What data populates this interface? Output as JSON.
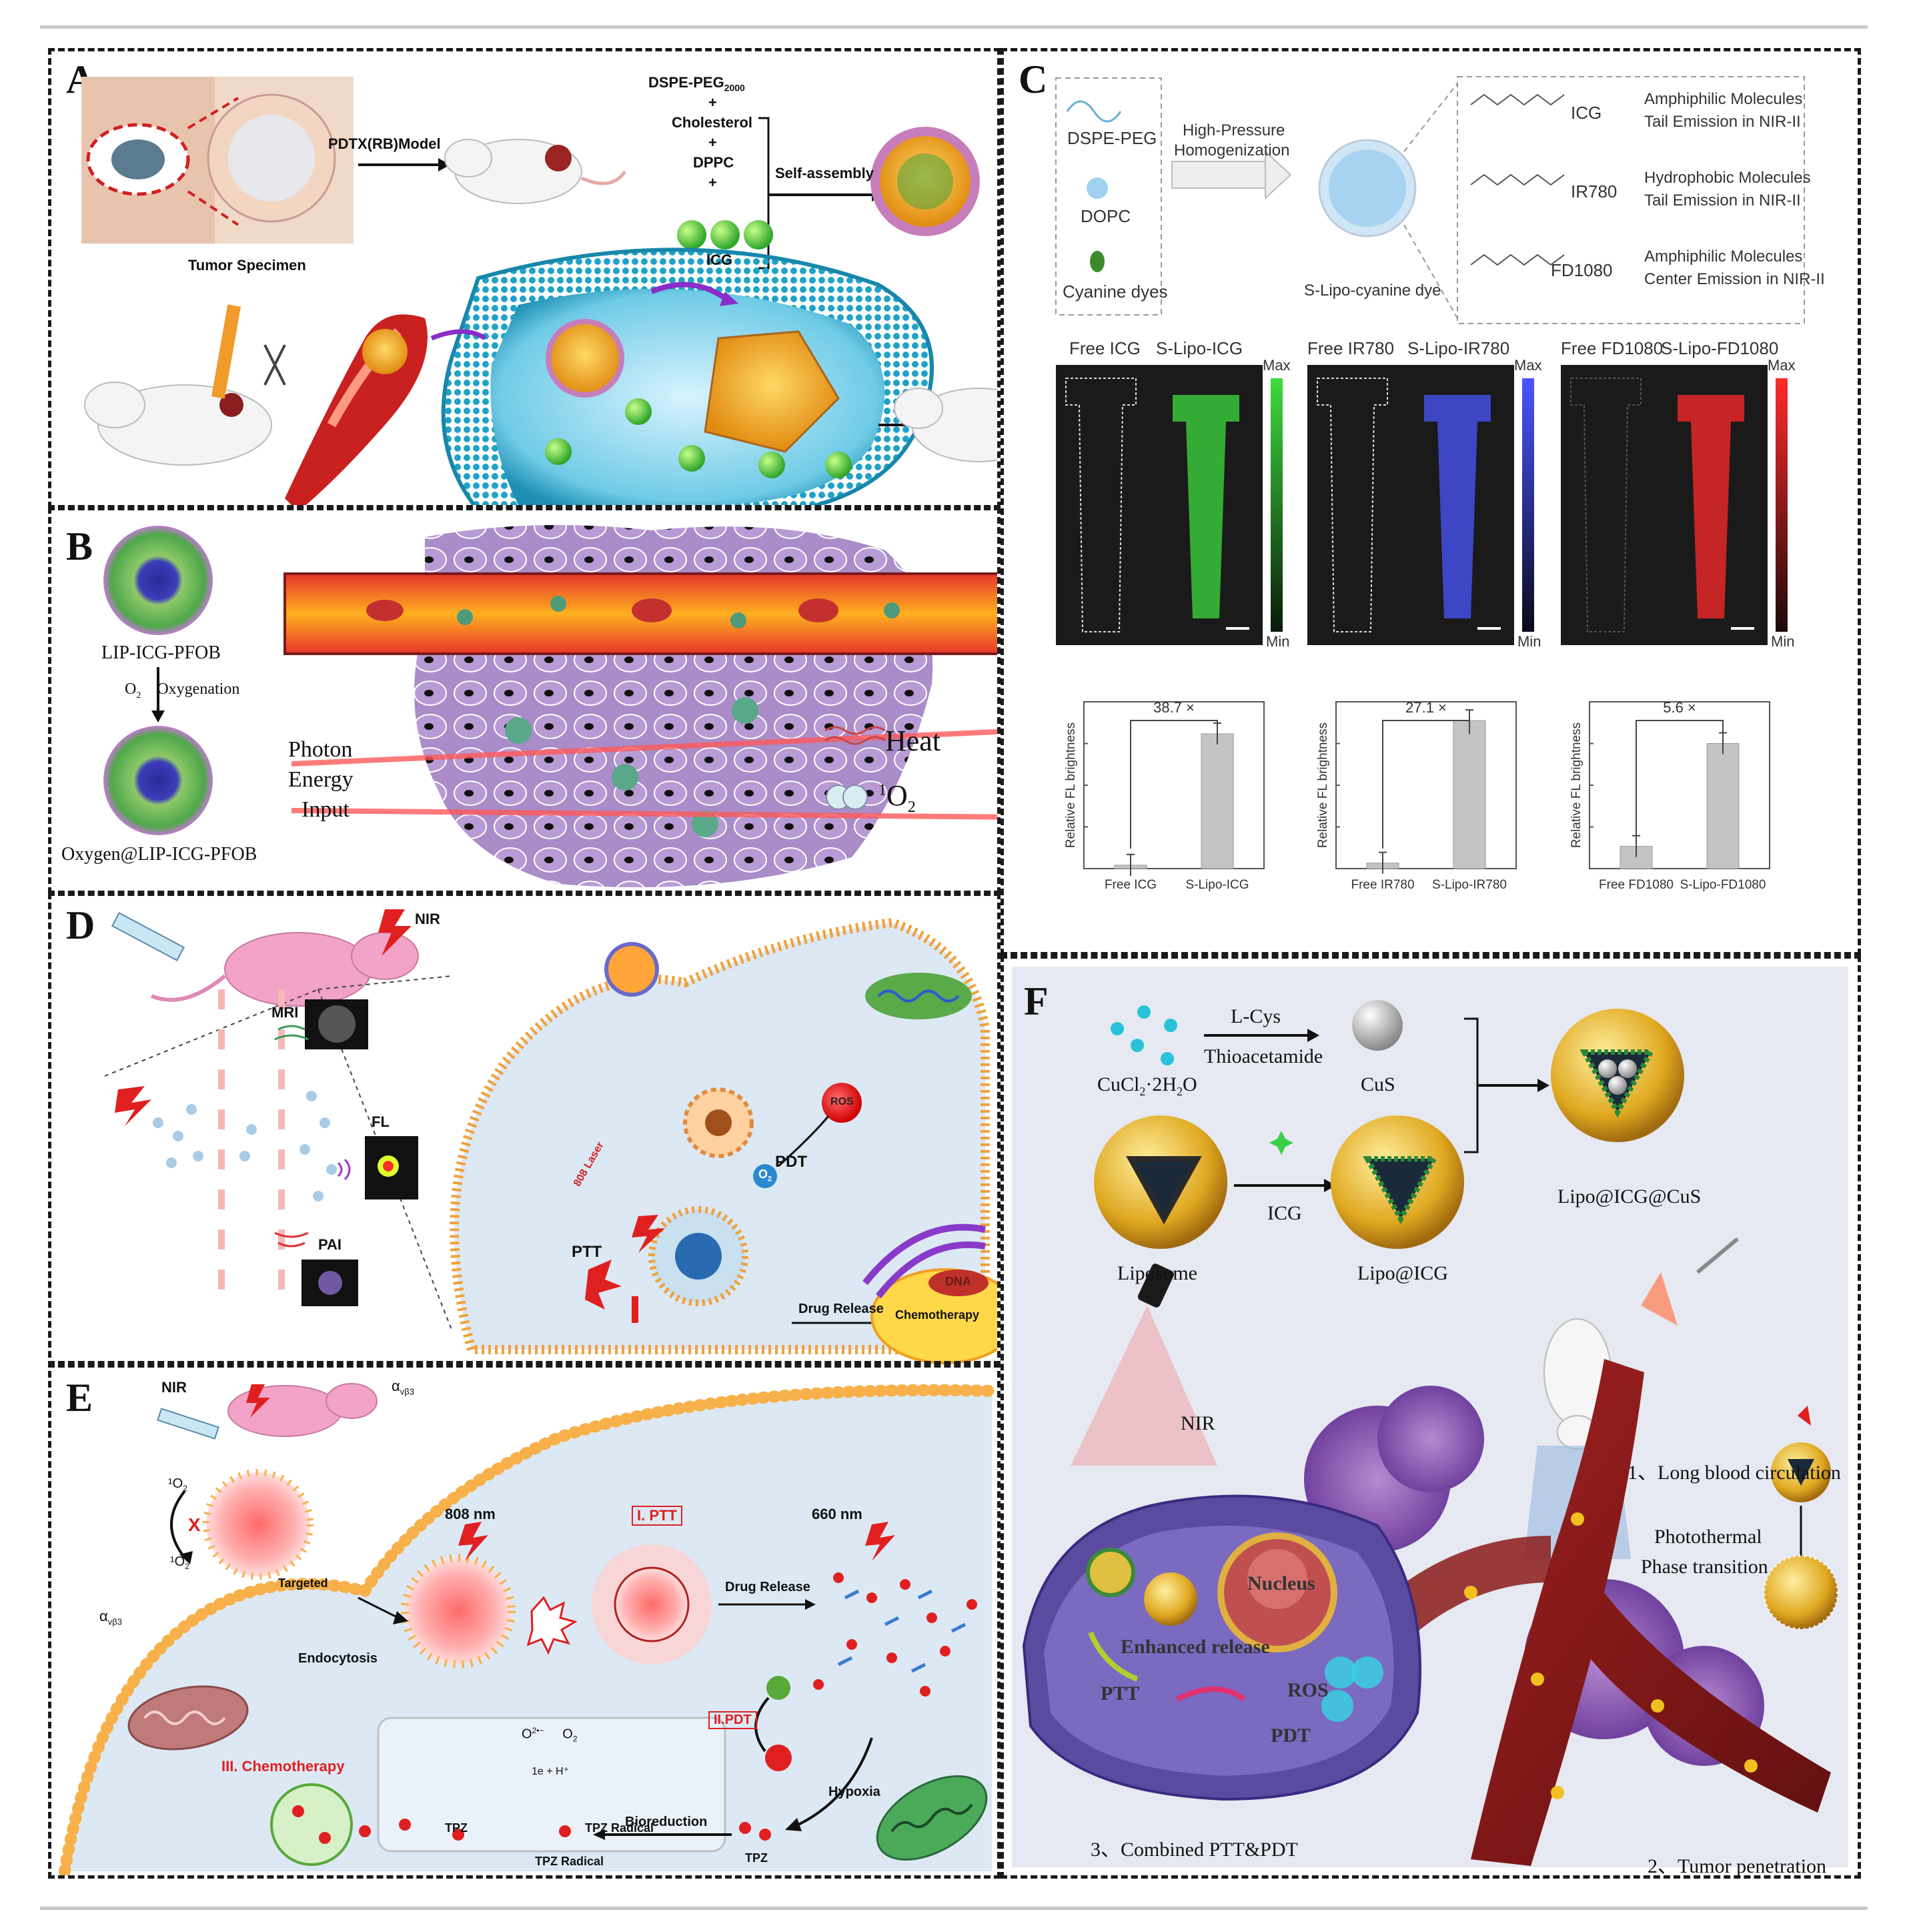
{
  "panels": {
    "A": {
      "letter": "A",
      "tumor_specimen": "Tumor Specimen",
      "pdtx_model": "PDTX(RB)Model",
      "dspe_peg": "DSPE-PEG",
      "dspe_peg_sub": "2000",
      "plus1": "+",
      "cholesterol": "Cholesterol",
      "plus2": "+",
      "dppc": "DPPC",
      "plus3": "+",
      "icg": "ICG",
      "self_assembly": "Self-assembly"
    },
    "B": {
      "letter": "B",
      "lip_icg_pfob": "LIP-ICG-PFOB",
      "o2": "O",
      "o2_sub": "2",
      "oxygenation": "Oxygenation",
      "oxygen_lip": "Oxygen@LIP-ICG-PFOB",
      "photon": "Photon",
      "energy": "Energy",
      "input": "Input",
      "heat": "Heat",
      "singlet_sup": "1",
      "singlet_o": "O",
      "singlet_sub": "2"
    },
    "C": {
      "letter": "C",
      "dspe_peg": "DSPE-PEG",
      "dopc": "DOPC",
      "cyanine_dyes": "Cyanine dyes",
      "hp_line1": "High-Pressure",
      "hp_line2": "Homogenization",
      "s_lipo_dye": "S-Lipo-cyanine dye",
      "dyes": [
        {
          "name": "ICG",
          "line1": "Amphiphilic Molecules",
          "line2": "Tail Emission in NIR-II"
        },
        {
          "name": "IR780",
          "line1": "Hydrophobic Molecules",
          "line2": "Tail Emission in NIR-II"
        },
        {
          "name": "FD1080",
          "line1": "Amphiphilic Molecules",
          "line2": "Center Emission in NIR-II"
        }
      ],
      "images": [
        {
          "free": "Free ICG",
          "lipo": "S-Lipo-ICG",
          "max": "Max",
          "min": "Min",
          "color": "#3ddc3d"
        },
        {
          "free": "Free IR780",
          "lipo": "S-Lipo-IR780",
          "max": "Max",
          "min": "Min",
          "color": "#4a55ff"
        },
        {
          "free": "Free FD1080",
          "lipo": "S-Lipo-FD1080",
          "max": "Max",
          "min": "Min",
          "color": "#ff2a2a"
        }
      ]
    },
    "D": {
      "letter": "D",
      "nir": "NIR",
      "mri": "MRI",
      "fl": "FL",
      "pai": "PAI",
      "ros": "ROS",
      "o2": "O",
      "o2_sub": "2",
      "pdt": "PDT",
      "ptt": "PTT",
      "laser": "808 Laser",
      "drug_release": "Drug Release",
      "chemotherapy": "Chemotherapy",
      "dna": "DNA"
    },
    "E": {
      "letter": "E",
      "nir": "NIR",
      "alpha_beta": "α",
      "alpha_beta_sub": "vβ3",
      "one_o2": "¹O",
      "one_o2_sub": "2",
      "x_mark": "X",
      "targeted": "Targeted",
      "nm808": "808 nm",
      "ptt": "I. PTT",
      "nm660": "660 nm",
      "endocytosis": "Endocytosis",
      "drug_release": "Drug Release",
      "pdt": "II.PDT",
      "chemo": "III. Chemotherapy",
      "o2_minus": "O",
      "o2_minus_sup": "2•−",
      "o2b": "O",
      "o2b_sub": "2",
      "reaction": "1e + H⁺",
      "tpz": "TPZ",
      "tpz_radical": "TPZ  Radical",
      "hypoxia": "Hypoxia",
      "bioreduction": "Bioreduction",
      "tpz2": "TPZ",
      "tpz_radical2": "TPZ Radical"
    },
    "F": {
      "letter": "F",
      "lcys": "L-Cys",
      "thioacetamide": "Thioacetamide",
      "cucl": "CuCl",
      "cucl_sub": "2",
      "cucl_rest": "·2H",
      "cucl_sub2": "2",
      "cucl_end": "O",
      "cus": "CuS",
      "icg": "ICG",
      "liposome": "Liposome",
      "lipo_icg": "Lipo@ICG",
      "lipo_icg_cus": "Lipo@ICG@CuS",
      "nir": "NIR",
      "long_blood": "1、Long blood circulation",
      "photothermal": "Photothermal",
      "phase_transition": "Phase transition",
      "nucleus": "Nucleus",
      "enhanced_release": "Enhanced release",
      "ros": "ROS",
      "ptt": "PTT",
      "pdt": "PDT",
      "combined": "3、Combined PTT&PDT",
      "tumor_penetration": "2、Tumor penetration"
    }
  },
  "chart_data": [
    {
      "type": "bar",
      "categories": [
        "Free ICG",
        "S-Lipo-ICG"
      ],
      "values": [
        0.05,
        1.94
      ],
      "ylabel": "Relative FL brightness",
      "fold": "38.7 ×",
      "ylim": [
        0,
        2.4
      ]
    },
    {
      "type": "bar",
      "categories": [
        "Free IR780",
        "S-Lipo-IR780"
      ],
      "values": [
        0.08,
        2.13
      ],
      "ylabel": "Relative FL brightness",
      "fold": "27.1 ×",
      "ylim": [
        0,
        2.4
      ]
    },
    {
      "type": "bar",
      "categories": [
        "Free FD1080",
        "S-Lipo-FD1080"
      ],
      "values": [
        0.32,
        1.8
      ],
      "ylabel": "Relative FL brightness",
      "fold": "5.6 ×",
      "ylim": [
        0,
        2.4
      ]
    }
  ]
}
